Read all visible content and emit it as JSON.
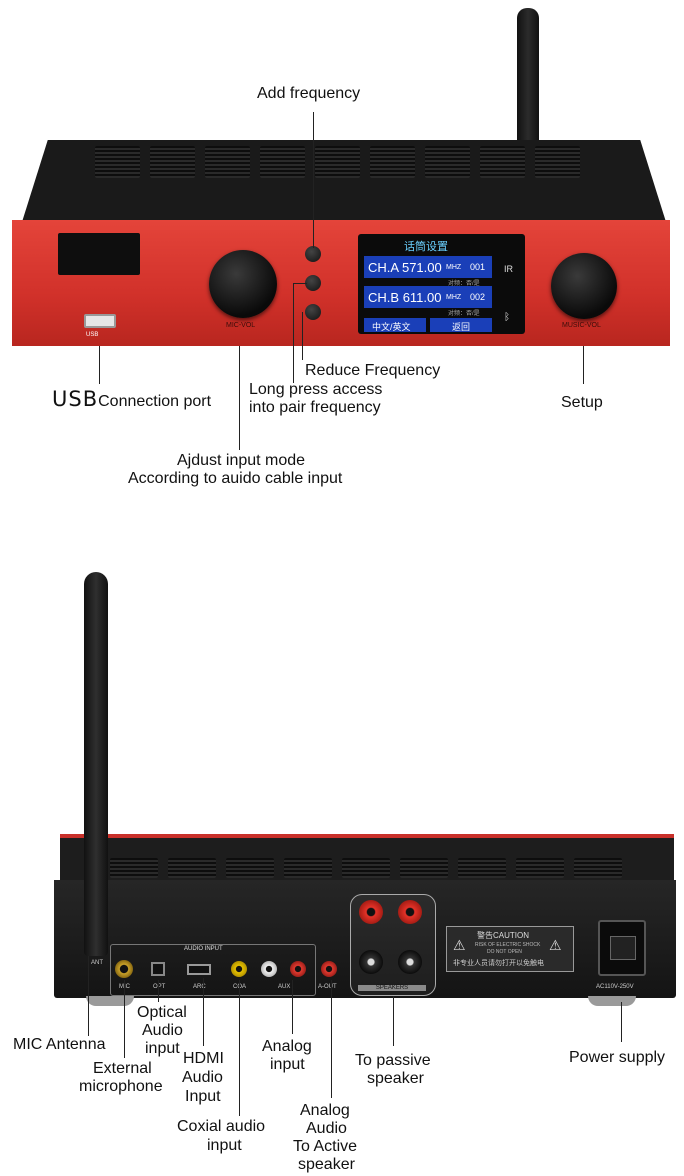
{
  "front": {
    "screen": {
      "title": "话筒设置",
      "ch_a_label": "CH.A",
      "ch_a_freq": "571.00",
      "ch_a_unit": "MHZ",
      "ch_a_num": "001",
      "ch_a_sub": "对频：否/是",
      "ch_b_label": "CH.B",
      "ch_b_freq": "611.00",
      "ch_b_unit": "MHZ",
      "ch_b_num": "002",
      "ch_b_sub": "对频：否/是",
      "btn_left": "中文/英文",
      "btn_right": "返回",
      "ir": "IR"
    },
    "usb_label": "USB",
    "mic_vol": "MIC-VOL",
    "music_vol": "MUSIC-VOL",
    "annotations": {
      "add_frequency": "Add frequency",
      "reduce_frequency": "Reduce Frequency",
      "long_press_1": "Long press access",
      "long_press_2": "into pair frequency",
      "usb_big": "USB",
      "usb_rest": "Connection port",
      "setup": "Setup",
      "adjust_1": "Ajdust input mode",
      "adjust_2": "According to auido cable input"
    }
  },
  "rear": {
    "audio_input": "AUDIO INPUT",
    "ant": "ANT",
    "mic": "MIC",
    "opt": "OPT",
    "arc": "ARC",
    "coa": "COA",
    "aux": "AUX",
    "a_out": "A-OUT",
    "speakers": "SPEAKERS",
    "caution_title": "警告CAUTION",
    "caution_l1": "RISK OF ELECTRIC SHOCK",
    "caution_l2": "DO NOT OPEN",
    "caution_cn": "非专业人员请勿打开以免触电",
    "power": "AC110V-250V",
    "annotations": {
      "mic_antenna": "MIC Antenna",
      "ext_mic_1": "External",
      "ext_mic_2": "microphone",
      "optical_1": "Optical",
      "optical_2": "Audio",
      "optical_3": "input",
      "hdmi_1": "HDMI",
      "hdmi_2": "Audio",
      "hdmi_3": "Input",
      "coax_1": "Coxial audio",
      "coax_2": "input",
      "analog_1": "Analog",
      "analog_2": "input",
      "aout_1": "Analog",
      "aout_2": "Audio",
      "aout_3": "To Active",
      "aout_4": "speaker",
      "passive_1": "To passive",
      "passive_2": "speaker",
      "power_supply": "Power supply"
    }
  },
  "colors": {
    "chassis_red": "#d8332a",
    "chassis_black": "#1c1c1c",
    "screen_blue": "#1a3fb8"
  }
}
